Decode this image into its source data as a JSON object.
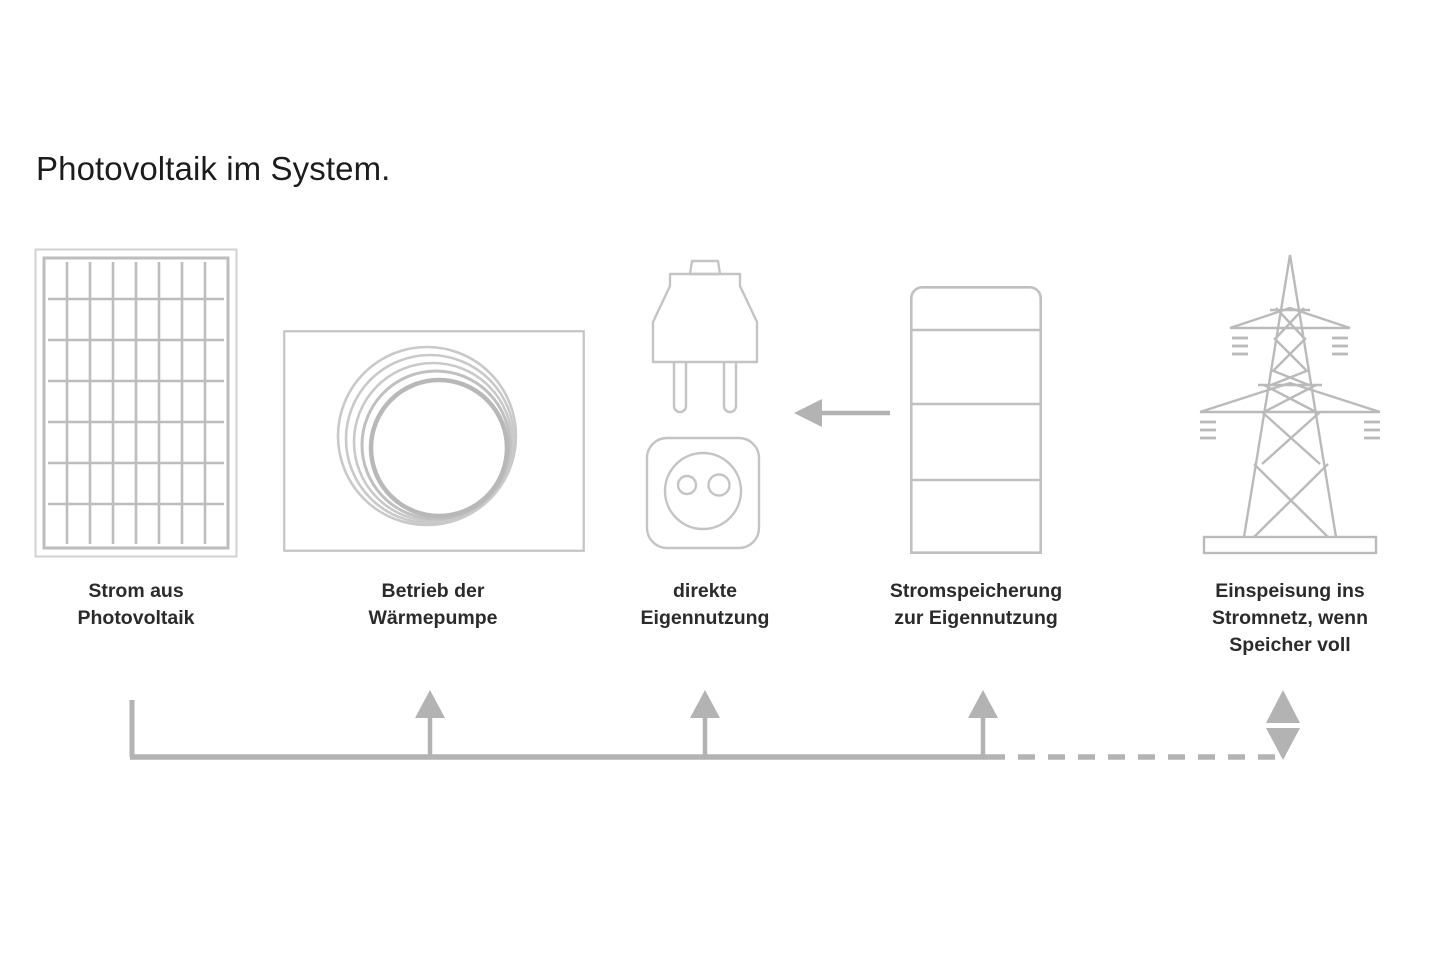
{
  "page": {
    "title": "Photovoltaik im System.",
    "background_color": "#ffffff",
    "line_color": "#b3b3b3",
    "icon_stroke_color": "#bdbdbd",
    "label_color": "#2b2b2b",
    "title_color": "#1c1c1c"
  },
  "stations": [
    {
      "id": "solar-panel",
      "icon": "solar-panel-icon",
      "label": "Strom aus\nPhotovoltaik",
      "label_lines": [
        "Strom aus",
        "Photovoltaik"
      ]
    },
    {
      "id": "heat-pump",
      "icon": "heat-pump-icon",
      "label": "Betrieb der\nWärmepumpe",
      "label_lines": [
        "Betrieb der",
        "Wärmepumpe"
      ]
    },
    {
      "id": "direct-use",
      "icon": "plug-and-socket-icon",
      "label": "direkte\nEigennutzung",
      "label_lines": [
        "direkte",
        "Eigennutzung"
      ]
    },
    {
      "id": "battery-storage",
      "icon": "battery-storage-icon",
      "label": "Stromspeicherung\nzur Eigennutzung",
      "label_lines": [
        "Stromspeicherung",
        "zur Eigennutzung"
      ]
    },
    {
      "id": "grid-feed-in",
      "icon": "power-pylon-icon",
      "label": "Einspeisung ins\nStromnetz, wenn\nSpeicher voll",
      "label_lines": [
        "Einspeisung ins",
        "Stromnetz, wenn",
        "Speicher voll"
      ]
    }
  ],
  "flow": {
    "solid_line": true,
    "dashed_segment": true,
    "branch_arrows": 3,
    "bidirectional_arrow": true,
    "battery_to_socket_arrow": "arrow-left"
  }
}
